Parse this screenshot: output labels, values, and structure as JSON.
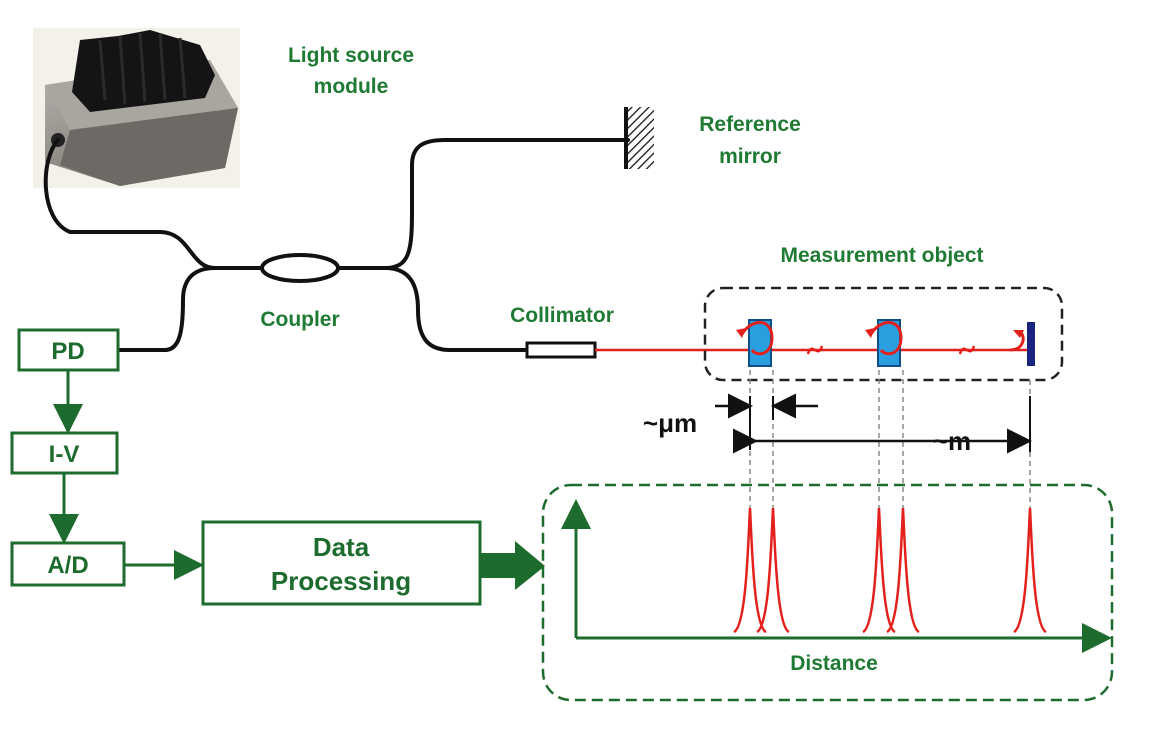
{
  "labels": {
    "light_source": [
      "Light source",
      "module"
    ],
    "reference_mirror": [
      "Reference",
      "mirror"
    ],
    "measurement_object": "Measurement object",
    "coupler": "Coupler",
    "collimator": "Collimator",
    "micro_gap": "~μm",
    "meter_gap": "~m",
    "distance_axis": "Distance"
  },
  "blocks": {
    "pd": "PD",
    "iv": "I-V",
    "ad": "A/D",
    "data_processing": [
      "Data",
      "Processing"
    ]
  },
  "colors": {
    "green_text": "#1f7a33",
    "block_green": "#1e6b2e",
    "fiber": "#111111",
    "beam": "#e3201b",
    "sample_blue": "#2a9fe0",
    "mirror_navy": "#1a237e",
    "background": "#ffffff"
  },
  "chart_data": {
    "type": "line",
    "xlabel": "Distance",
    "peaks": 5,
    "peak_groups": [
      "pair",
      "pair",
      "single"
    ]
  }
}
